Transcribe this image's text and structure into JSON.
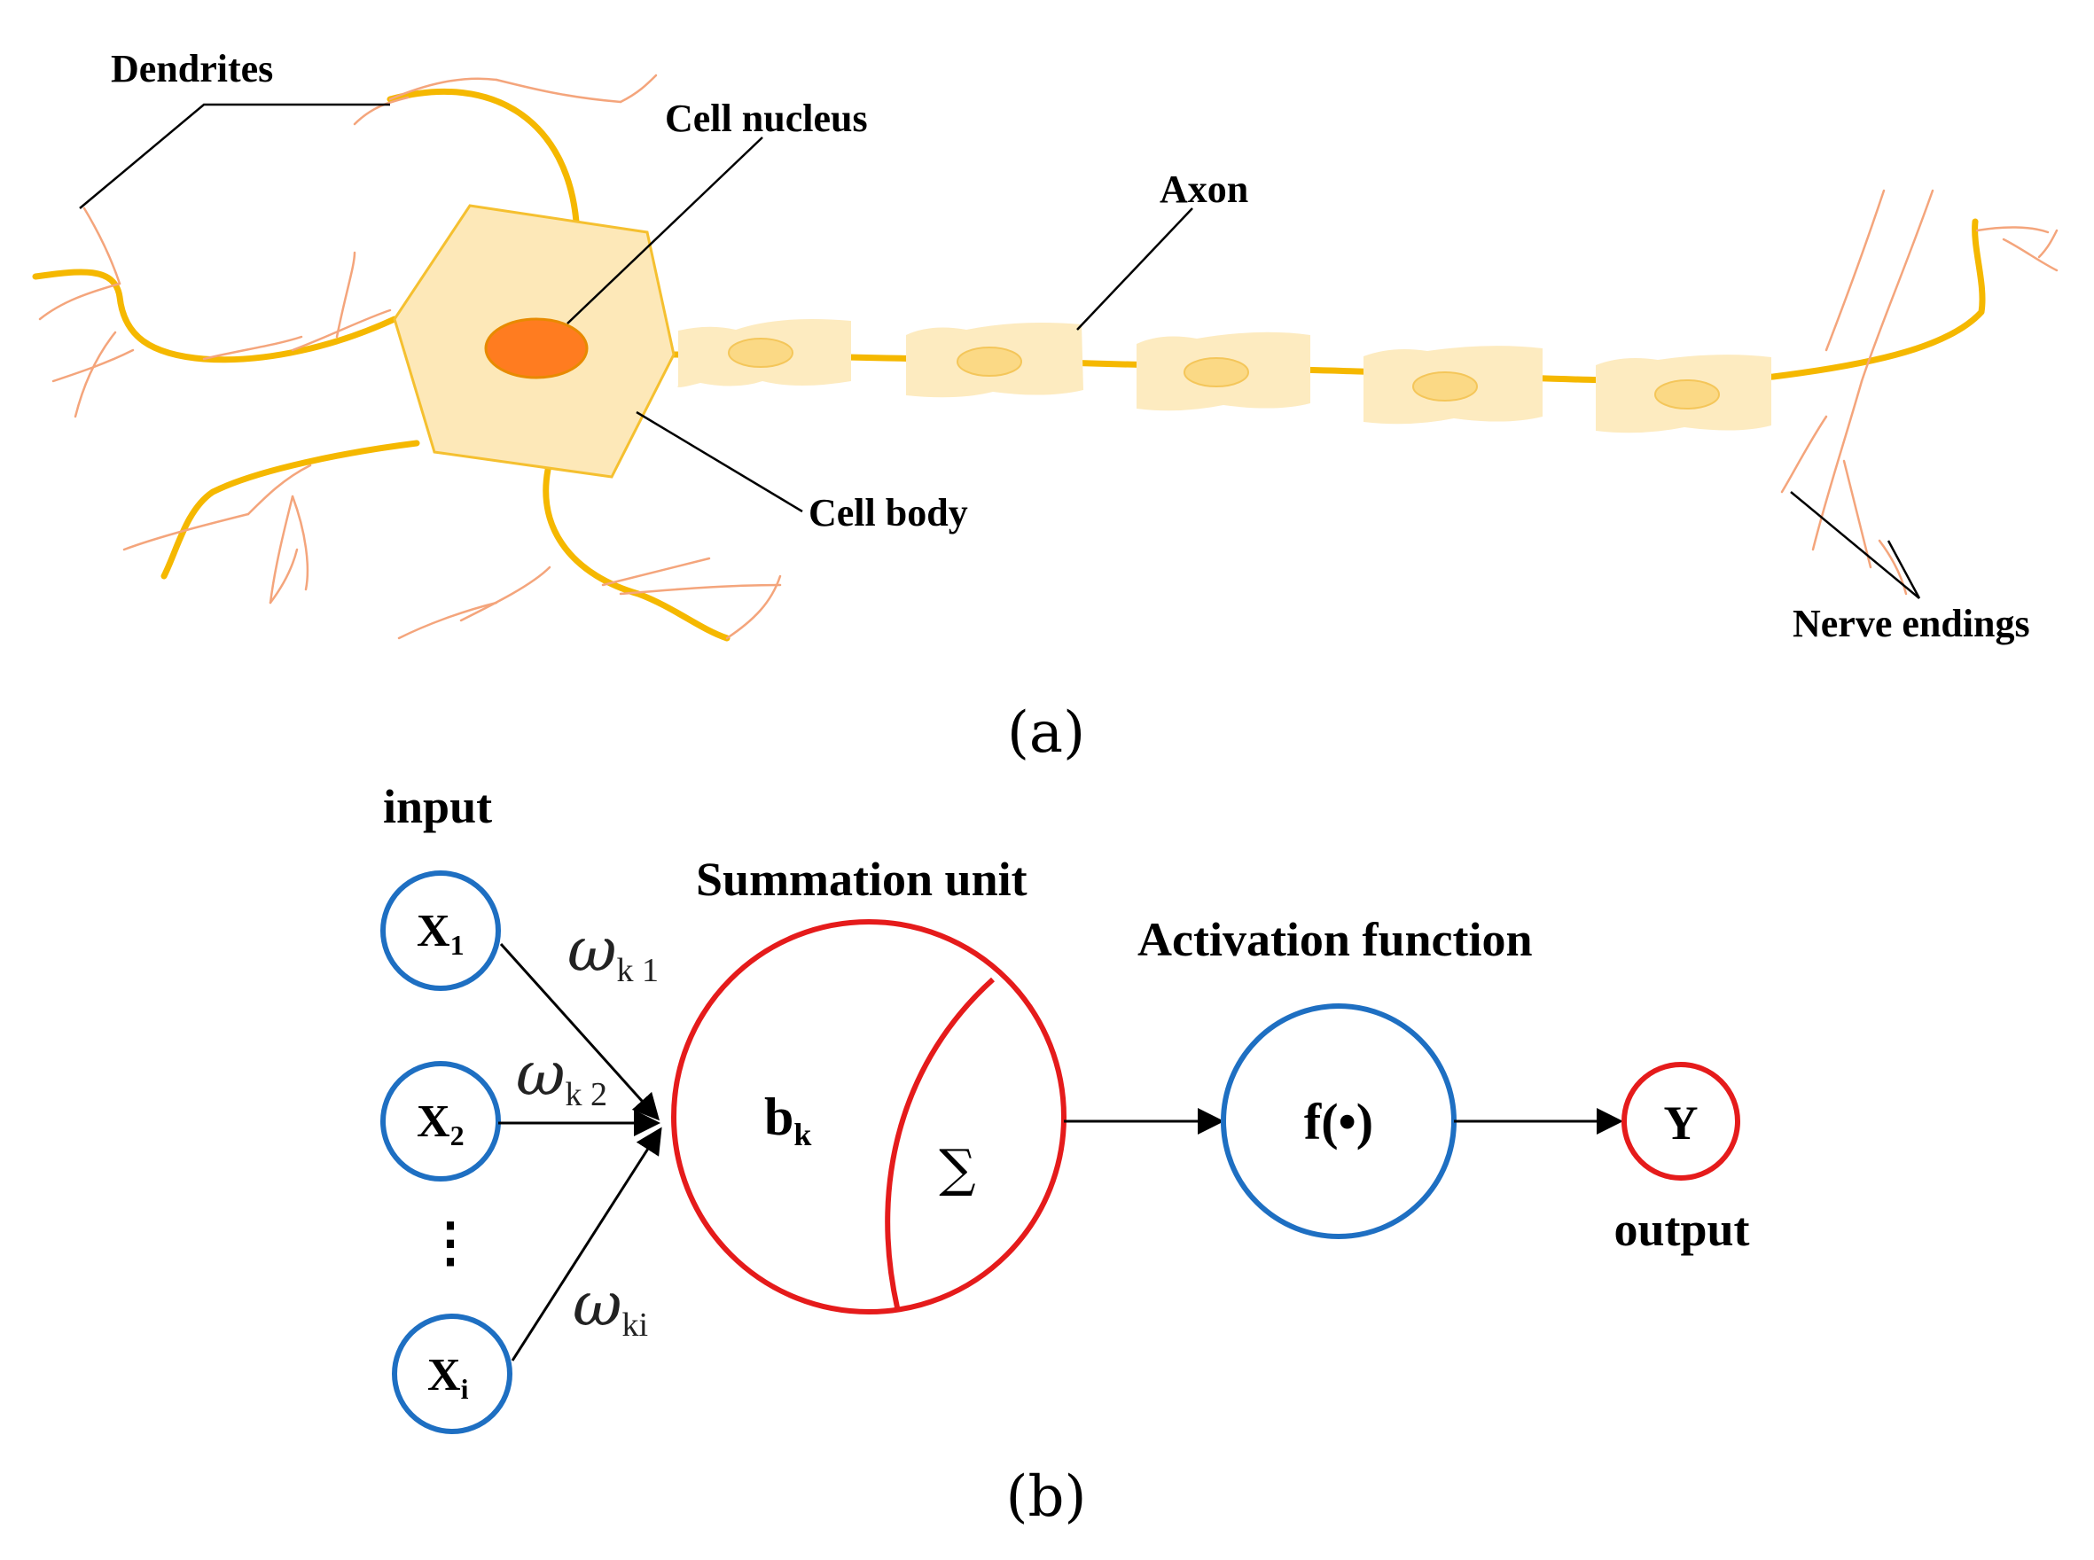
{
  "panel_a": {
    "labels": {
      "dendrites": "Dendrites",
      "cell_nucleus": "Cell nucleus",
      "axon": "Axon",
      "cell_body": "Cell body",
      "nerve_endings": "Nerve endings"
    },
    "caption": "(a)"
  },
  "panel_b": {
    "input_label": "input",
    "summation_label": "Summation unit",
    "activation_label": "Activation function",
    "output_label": "output",
    "inputs": [
      {
        "base": "X",
        "sub": "1"
      },
      {
        "base": "X",
        "sub": "2"
      },
      {
        "base": "X",
        "sub": "i"
      }
    ],
    "ellipsis": "⋮",
    "weights": [
      {
        "base": "ω",
        "sub": "k 1"
      },
      {
        "base": "ω",
        "sub": "k 2"
      },
      {
        "base": "ω",
        "sub": "ki"
      }
    ],
    "bias": {
      "base": "b",
      "sub": "k"
    },
    "sigma": "∑",
    "activation_fn": "f(•)",
    "output_symbol": "Y",
    "caption": "(b)"
  },
  "colors": {
    "dendrite": "#f5b800",
    "twig": "#f4a57c",
    "cell_body_fill": "#fde8b8",
    "nucleus": "#ff7c20",
    "myelin": "#fdebc0",
    "node_blue": "#1e6fc2",
    "node_red": "#e51b1b"
  }
}
